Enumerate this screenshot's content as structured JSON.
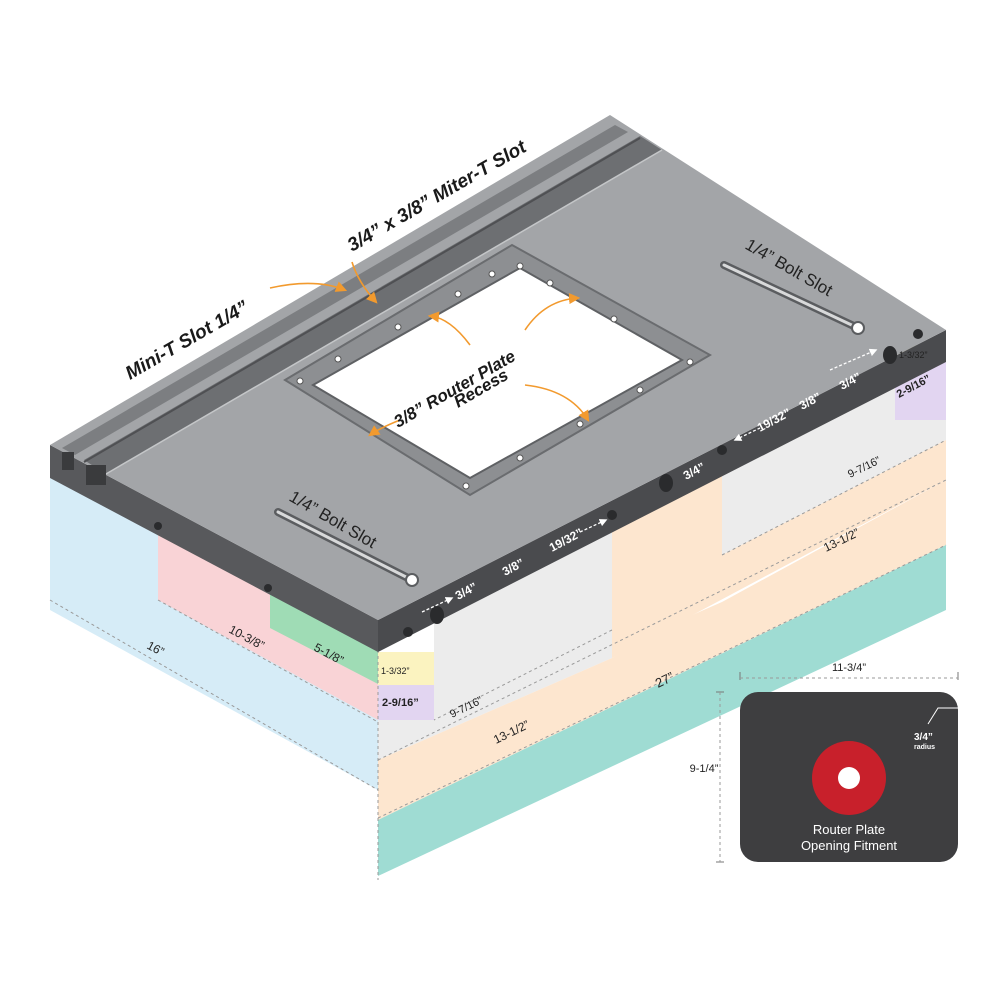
{
  "labels": {
    "miter_t_slot": "3/4” x 3/8” Miter-T Slot",
    "mini_t_slot": "Mini-T Slot 1/4”",
    "bolt_slot_back": "1/4” Bolt Slot",
    "bolt_slot_front": "1/4” Bolt Slot",
    "router_recess_line1": "3/8” Router Plate",
    "router_recess_line2": "Recess"
  },
  "front_dims": {
    "d_3_4": "3/4”",
    "d_3_8": "3/8”",
    "d_19_32": "19/32”",
    "d_1_3_32": "1-3/32”",
    "d_2_9_16": "2-9/16”",
    "d_9_7_16": "9-7/16”",
    "d_13_1_2": "13-1/2”",
    "d_5_1_8": "5-1/8”",
    "d_10_3_8": "10-3/8”",
    "d_16": "16”",
    "d_27": "27”"
  },
  "side_dims": {
    "d_3_4_a": "3/4”",
    "d_19_32": "19/32”",
    "d_3_8": "3/8”",
    "d_3_4_b": "3/4”",
    "d_1_3_32": "1-3/32”",
    "d_2_9_16": "2-9/16”",
    "d_9_7_16": "9-7/16”",
    "d_13_1_2": "13-1/2”"
  },
  "plate": {
    "width": "11-3/4”",
    "height": "9-1/4”",
    "corner": "3/4”",
    "corner_sub": "radius",
    "caption_line1": "Router Plate",
    "caption_line2": "Opening Fitment"
  },
  "colors": {
    "table_top": "#a3a5a8",
    "table_edge": "#55575a",
    "plate_bg": "#3e3e40",
    "ring_red": "#c8202b",
    "arrow_orange": "#f29a2e",
    "band_blue": "#d6ecf7",
    "band_pink": "#f9d3d6",
    "band_green": "#9fdcb5",
    "band_yellow": "#fbf3c0",
    "band_purple": "#e2d5f1",
    "band_grey": "#ececec",
    "band_peach": "#fde6cf",
    "band_teal": "#9fdcd3"
  }
}
